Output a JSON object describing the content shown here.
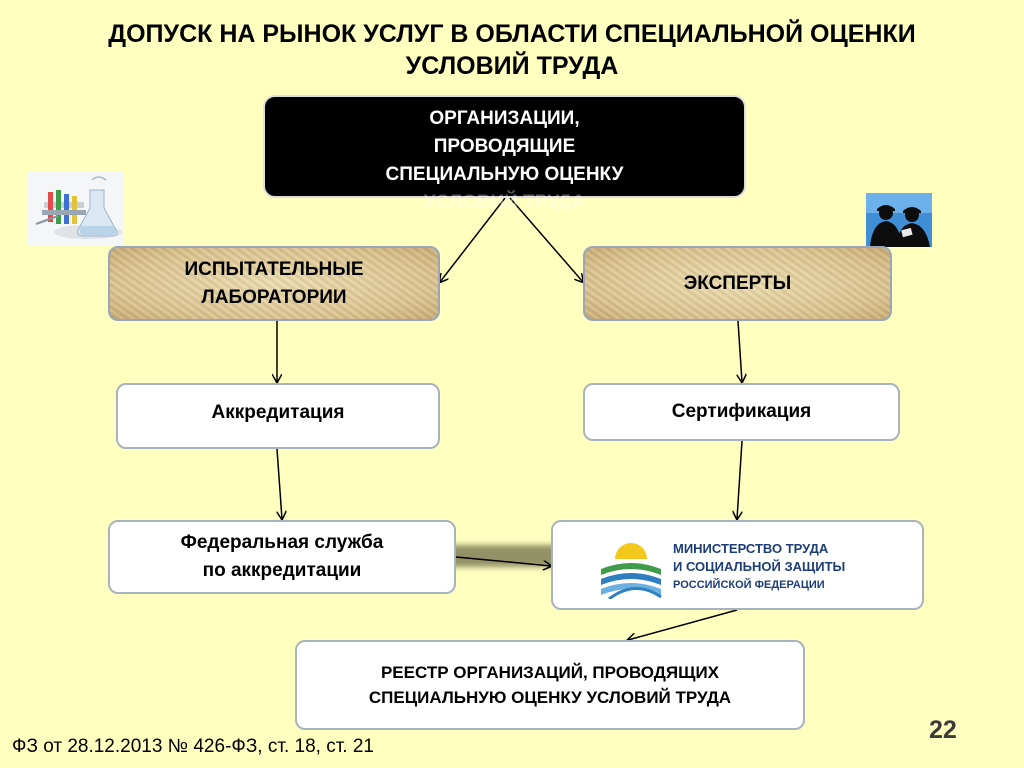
{
  "title": {
    "line1": "ДОПУСК НА РЫНОК УСЛУГ В ОБЛАСТИ СПЕЦИАЛЬНОЙ ОЦЕНКИ",
    "line2": "УСЛОВИЙ ТРУДА"
  },
  "top_box": {
    "line1": "ОРГАНИЗАЦИИ,",
    "line2": "ПРОВОДЯЩИЕ",
    "line3": "СПЕЦИАЛЬНУЮ ОЦЕНКУ",
    "line4": "УСЛОВИЙ ТРУДА"
  },
  "labs": {
    "line1": "ИСПЫТАТЕЛЬНЫЕ",
    "line2": "ЛАБОРАТОРИИ"
  },
  "experts": {
    "label": "ЭКСПЕРТЫ"
  },
  "accreditation": {
    "label": "Аккредитация"
  },
  "certification": {
    "label": "Сертификация"
  },
  "federal_service": {
    "line1": "Федеральная служба",
    "line2": "по аккредитации"
  },
  "ministry": {
    "line1": "МИНИСТЕРСТВО ТРУДА",
    "line2": "И СОЦИАЛЬНОЙ ЗАЩИТЫ",
    "line3": "РОССИЙСКОЙ ФЕДЕРАЦИИ"
  },
  "registry": {
    "line1": "РЕЕСТР ОРГАНИЗАЦИЙ, ПРОВОДЯЩИХ",
    "line2": "СПЕЦИАЛЬНУЮ ОЦЕНКУ УСЛОВИЙ ТРУДА"
  },
  "footer": "ФЗ от 28.12.2013 № 426-ФЗ, ст. 18, ст. 21",
  "page_number": "22",
  "colors": {
    "background": "#ffffc0",
    "top_box": "#000000",
    "ministry_text": "#1c3d7a"
  },
  "icons": [
    "lab-glassware-icon",
    "experts-silhouette-icon",
    "ministry-logo-icon"
  ]
}
